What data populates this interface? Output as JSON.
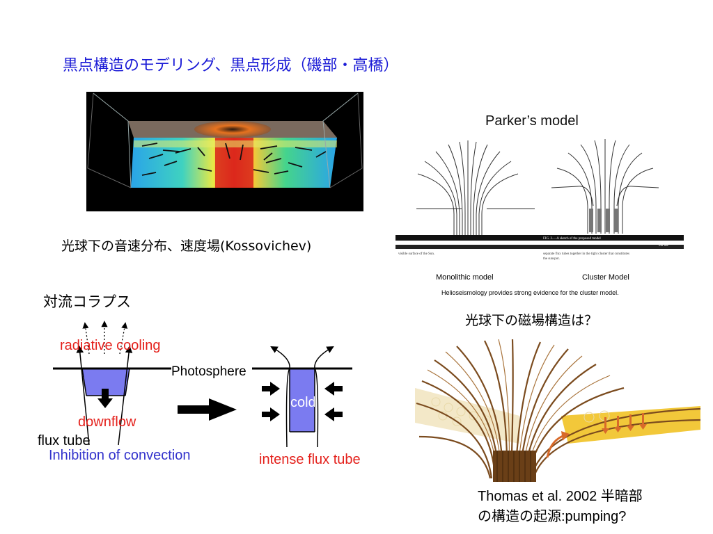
{
  "title": "黒点構造のモデリング、黒点形成（磯部・高橋）",
  "sim_caption": "光球下の音速分布、速度場(Kossovichev)",
  "parker": {
    "heading": "Parker’s model",
    "monolithic_label": "Monolithic model",
    "cluster_label": "Cluster Model",
    "note": "Helioseismology provides strong evidence for the cluster model.",
    "fig_caption": "FIG. 2.—A sketch of the proposed model",
    "fig_fragment": "old the",
    "fig_text1": "visible surface of the Sun.",
    "fig_text2": "separate flux tubes together in the tight cluster that constitutes",
    "fig_text3": "the sunspot."
  },
  "subsurface_question": "光球下の磁場構造は？",
  "convection": {
    "heading": "対流コラプス",
    "radiative_cooling": "radiative cooling",
    "photosphere": "Photosphere",
    "downflow": "downflow",
    "flux_tube": "flux tube",
    "inhibition": "Inhibition of convection",
    "cold": "cold",
    "intense_flux_tube": "intense flux tube"
  },
  "thomas": {
    "line1": "Thomas et al. 2002 半暗部",
    "line2": "の構造の起源:pumping?"
  },
  "colors": {
    "title_blue": "#1a1ad6",
    "label_red": "#e4201b",
    "label_blue": "#3333cc",
    "tube_fill": "#7b7bf0"
  }
}
